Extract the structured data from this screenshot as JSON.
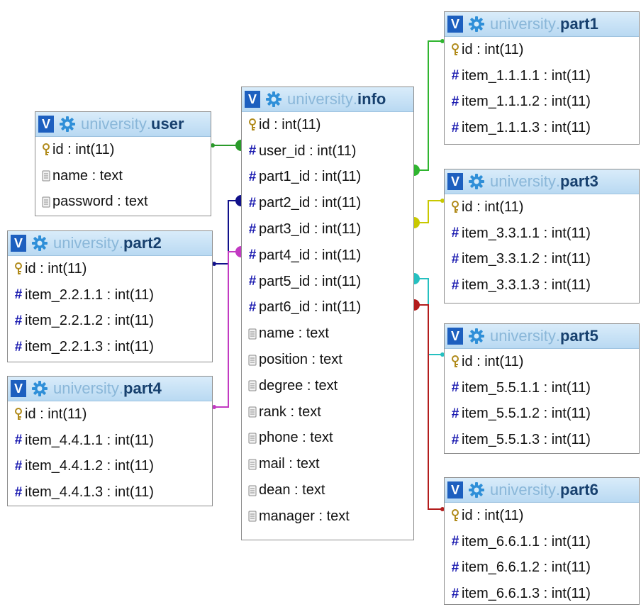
{
  "colors": {
    "part1_link": "#2fb52f",
    "user_link": "#2a9a2a",
    "part2_link": "#10108a",
    "part3_link": "#c8c800",
    "part4_link": "#c23ac2",
    "part5_link": "#25c0c0",
    "part6_link": "#b31c1c"
  },
  "tables": {
    "user": {
      "toggle": "V",
      "schema": "university",
      "dot": ".",
      "name": "user",
      "columns": [
        {
          "icon": "key-icon",
          "text": "id : int(11)"
        },
        {
          "icon": "text-icon",
          "text": "name : text"
        },
        {
          "icon": "text-icon",
          "text": "password : text"
        }
      ]
    },
    "part2": {
      "toggle": "V",
      "schema": "university",
      "dot": ".",
      "name": "part2",
      "columns": [
        {
          "icon": "key-icon",
          "text": "id : int(11)"
        },
        {
          "icon": "hash-icon",
          "text": "item_2.2.1.1 : int(11)"
        },
        {
          "icon": "hash-icon",
          "text": "item_2.2.1.2 : int(11)"
        },
        {
          "icon": "hash-icon",
          "text": "item_2.2.1.3 : int(11)"
        }
      ]
    },
    "part4": {
      "toggle": "V",
      "schema": "university",
      "dot": ".",
      "name": "part4",
      "columns": [
        {
          "icon": "key-icon",
          "text": "id : int(11)"
        },
        {
          "icon": "hash-icon",
          "text": "item_4.4.1.1 : int(11)"
        },
        {
          "icon": "hash-icon",
          "text": "item_4.4.1.2 : int(11)"
        },
        {
          "icon": "hash-icon",
          "text": "item_4.4.1.3 : int(11)"
        }
      ]
    },
    "info": {
      "toggle": "V",
      "schema": "university",
      "dot": ".",
      "name": "info",
      "columns": [
        {
          "icon": "key-icon",
          "text": "id : int(11)"
        },
        {
          "icon": "hash-icon",
          "text": "user_id : int(11)"
        },
        {
          "icon": "hash-icon",
          "text": "part1_id : int(11)"
        },
        {
          "icon": "hash-icon",
          "text": "part2_id : int(11)"
        },
        {
          "icon": "hash-icon",
          "text": "part3_id : int(11)"
        },
        {
          "icon": "hash-icon",
          "text": "part4_id : int(11)"
        },
        {
          "icon": "hash-icon",
          "text": "part5_id : int(11)"
        },
        {
          "icon": "hash-icon",
          "text": "part6_id : int(11)"
        },
        {
          "icon": "text-icon",
          "text": "name : text"
        },
        {
          "icon": "text-icon",
          "text": "position : text"
        },
        {
          "icon": "text-icon",
          "text": "degree : text"
        },
        {
          "icon": "text-icon",
          "text": "rank : text"
        },
        {
          "icon": "text-icon",
          "text": "phone : text"
        },
        {
          "icon": "text-icon",
          "text": "mail : text"
        },
        {
          "icon": "text-icon",
          "text": "dean : text"
        },
        {
          "icon": "text-icon",
          "text": "manager : text"
        }
      ]
    },
    "part1": {
      "toggle": "V",
      "schema": "university",
      "dot": ".",
      "name": "part1",
      "columns": [
        {
          "icon": "key-icon",
          "text": "id : int(11)"
        },
        {
          "icon": "hash-icon",
          "text": "item_1.1.1.1 : int(11)"
        },
        {
          "icon": "hash-icon",
          "text": "item_1.1.1.2 : int(11)"
        },
        {
          "icon": "hash-icon",
          "text": "item_1.1.1.3 : int(11)"
        }
      ]
    },
    "part3": {
      "toggle": "V",
      "schema": "university",
      "dot": ".",
      "name": "part3",
      "columns": [
        {
          "icon": "key-icon",
          "text": "id : int(11)"
        },
        {
          "icon": "hash-icon",
          "text": "item_3.3.1.1 : int(11)"
        },
        {
          "icon": "hash-icon",
          "text": "item_3.3.1.2 : int(11)"
        },
        {
          "icon": "hash-icon",
          "text": "item_3.3.1.3 : int(11)"
        }
      ]
    },
    "part5": {
      "toggle": "V",
      "schema": "university",
      "dot": ".",
      "name": "part5",
      "columns": [
        {
          "icon": "key-icon",
          "text": "id : int(11)"
        },
        {
          "icon": "hash-icon",
          "text": "item_5.5.1.1 : int(11)"
        },
        {
          "icon": "hash-icon",
          "text": "item_5.5.1.2 : int(11)"
        },
        {
          "icon": "hash-icon",
          "text": "item_5.5.1.3 : int(11)"
        }
      ]
    },
    "part6": {
      "toggle": "V",
      "schema": "university",
      "dot": ".",
      "name": "part6",
      "columns": [
        {
          "icon": "key-icon",
          "text": "id : int(11)"
        },
        {
          "icon": "hash-icon",
          "text": "item_6.6.1.1 : int(11)"
        },
        {
          "icon": "hash-icon",
          "text": "item_6.6.1.2 : int(11)"
        },
        {
          "icon": "hash-icon",
          "text": "item_6.6.1.3 : int(11)"
        }
      ]
    }
  }
}
